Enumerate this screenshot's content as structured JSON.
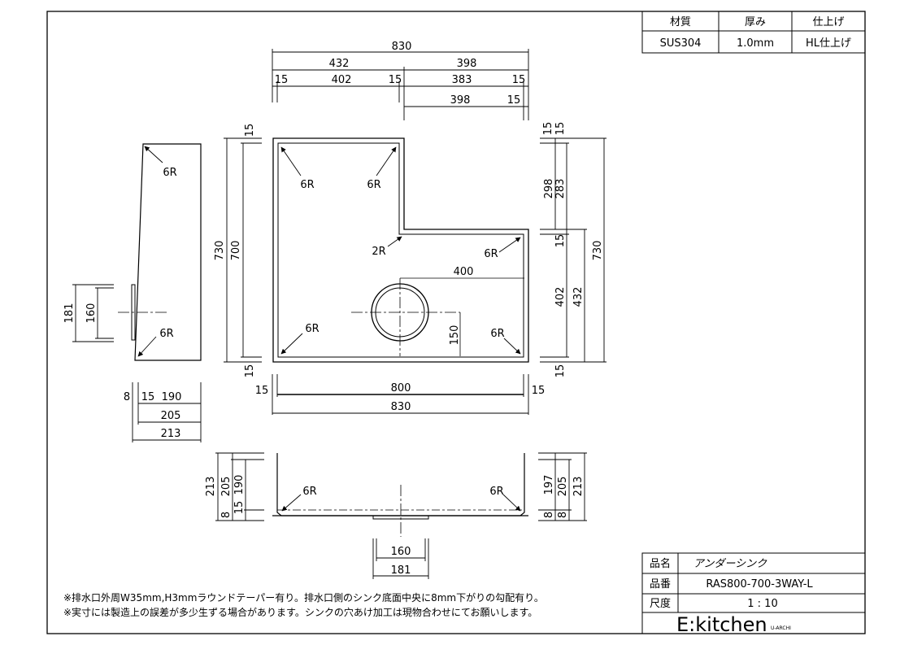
{
  "spec_table": {
    "headers": [
      "材質",
      "厚み",
      "仕上げ"
    ],
    "values": [
      "SUS304",
      "1.0mm",
      "HL仕上げ"
    ]
  },
  "title_block": {
    "rows": [
      {
        "label": "品名",
        "value": "アンダーシンク"
      },
      {
        "label": "品番",
        "value": "RAS800-700-3WAY-L"
      },
      {
        "label": "尺度",
        "value": "1 : 10"
      }
    ],
    "logo_main": "E:kitchen",
    "logo_sub": "U-ARCHI"
  },
  "notes": [
    "※排水口外周W35mm,H3mmラウンドテーパー有り。排水口側のシンク底面中央に8mm下がりの勾配有り。",
    "※実寸には製造上の誤差が多少生ずる場合があります。シンクの穴あけ加工は現物合わせにてお願いします。"
  ],
  "top_dims": {
    "overall": "830",
    "left": "432",
    "right": "398",
    "flange_a": "15",
    "inner_left": "402",
    "flange_b": "15",
    "inner_right": "383",
    "flange_c": "15",
    "lower_right": "398",
    "flange_d": "15"
  },
  "plan_labels": {
    "r_tl": "6R",
    "r_tm": "6R",
    "r_step": "2R",
    "r_mr": "6R",
    "r_bl": "6R",
    "r_br": "6R",
    "drain_offset": "400",
    "drain_from_bottom": "150"
  },
  "left_dims": {
    "top_flange": "15",
    "overall": "730",
    "inner": "700",
    "bottom_flange": "15"
  },
  "right_dims": {
    "top_flange_a": "15",
    "top_flange_b": "15",
    "upper_outer": "298",
    "upper_inner": "283",
    "mid_flange": "15",
    "lower_inner": "402",
    "lower_outer": "432",
    "overall": "730",
    "bottom_flange": "15"
  },
  "bottom_dims": {
    "flange_l": "15",
    "inner": "800",
    "flange_r": "15",
    "overall": "830"
  },
  "side_view": {
    "r_top": "6R",
    "r_bottom": "6R",
    "outer_h": "181",
    "inner_h": "160",
    "flange": "8",
    "flange15": "15",
    "d190": "190",
    "d205": "205",
    "d213": "213"
  },
  "front_view": {
    "left_dims": [
      "213",
      "205",
      "190",
      "15",
      "8"
    ],
    "right_dims": [
      "197",
      "205",
      "213",
      "8",
      "8"
    ],
    "r_left": "6R",
    "r_right": "6R",
    "drain_in": "160",
    "drain_out": "181"
  }
}
